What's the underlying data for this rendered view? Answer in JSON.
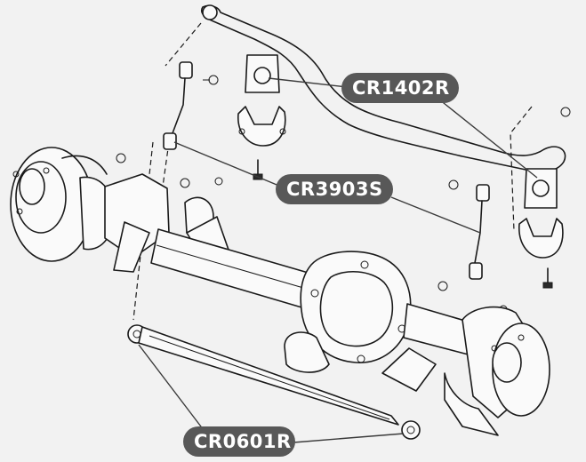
{
  "colors": {
    "background": "#f2f2f2",
    "line": "#1a1a1a",
    "label_fill": "#585858",
    "label_text": "#ffffff"
  },
  "labels": {
    "stabilizer_bar_bushing": "CR1402R",
    "sway_bar_link": "CR3903S",
    "track_bar": "CR0601R"
  }
}
